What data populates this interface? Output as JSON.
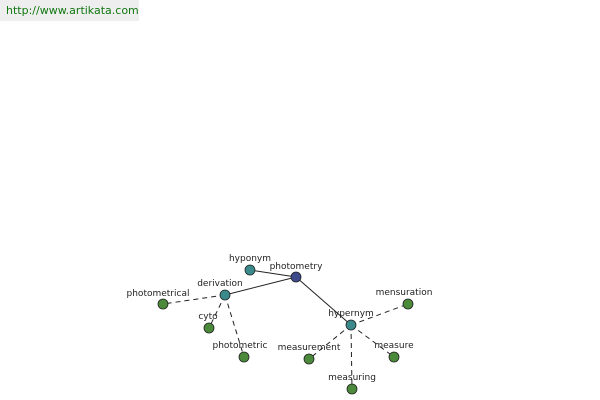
{
  "site": {
    "url_text": "http://www.artikata.com"
  },
  "colors": {
    "root": "#3d4a8c",
    "relation": "#3a8a8c",
    "word": "#4a8a3a",
    "url_text": "#117711",
    "url_bg": "#eeeeee"
  },
  "graph": {
    "nodes": [
      {
        "id": "photometry",
        "label": "photometry",
        "kind": "root"
      },
      {
        "id": "hyponym",
        "label": "hyponym",
        "kind": "relation"
      },
      {
        "id": "derivation",
        "label": "derivation",
        "kind": "relation"
      },
      {
        "id": "hypernym",
        "label": "hypernym",
        "kind": "relation"
      },
      {
        "id": "photometrical",
        "label": "photometrical",
        "kind": "word"
      },
      {
        "id": "cyto",
        "label": "cyto",
        "kind": "word"
      },
      {
        "id": "photometric",
        "label": "photometric",
        "kind": "word"
      },
      {
        "id": "mensuration",
        "label": "mensuration",
        "kind": "word"
      },
      {
        "id": "measurement",
        "label": "measurement",
        "kind": "word"
      },
      {
        "id": "measure",
        "label": "measure",
        "kind": "word"
      },
      {
        "id": "measuring",
        "label": "measuring",
        "kind": "word"
      }
    ],
    "edges": [
      {
        "from": "photometry",
        "to": "hyponym",
        "style": "solid"
      },
      {
        "from": "photometry",
        "to": "derivation",
        "style": "solid"
      },
      {
        "from": "photometry",
        "to": "hypernym",
        "style": "solid"
      },
      {
        "from": "derivation",
        "to": "photometrical",
        "style": "dashed"
      },
      {
        "from": "derivation",
        "to": "cyto",
        "style": "dashed"
      },
      {
        "from": "derivation",
        "to": "photometric",
        "style": "dashed"
      },
      {
        "from": "hypernym",
        "to": "mensuration",
        "style": "dashed"
      },
      {
        "from": "hypernym",
        "to": "measurement",
        "style": "dashed"
      },
      {
        "from": "hypernym",
        "to": "measure",
        "style": "dashed"
      },
      {
        "from": "hypernym",
        "to": "measuring",
        "style": "dashed"
      }
    ]
  }
}
